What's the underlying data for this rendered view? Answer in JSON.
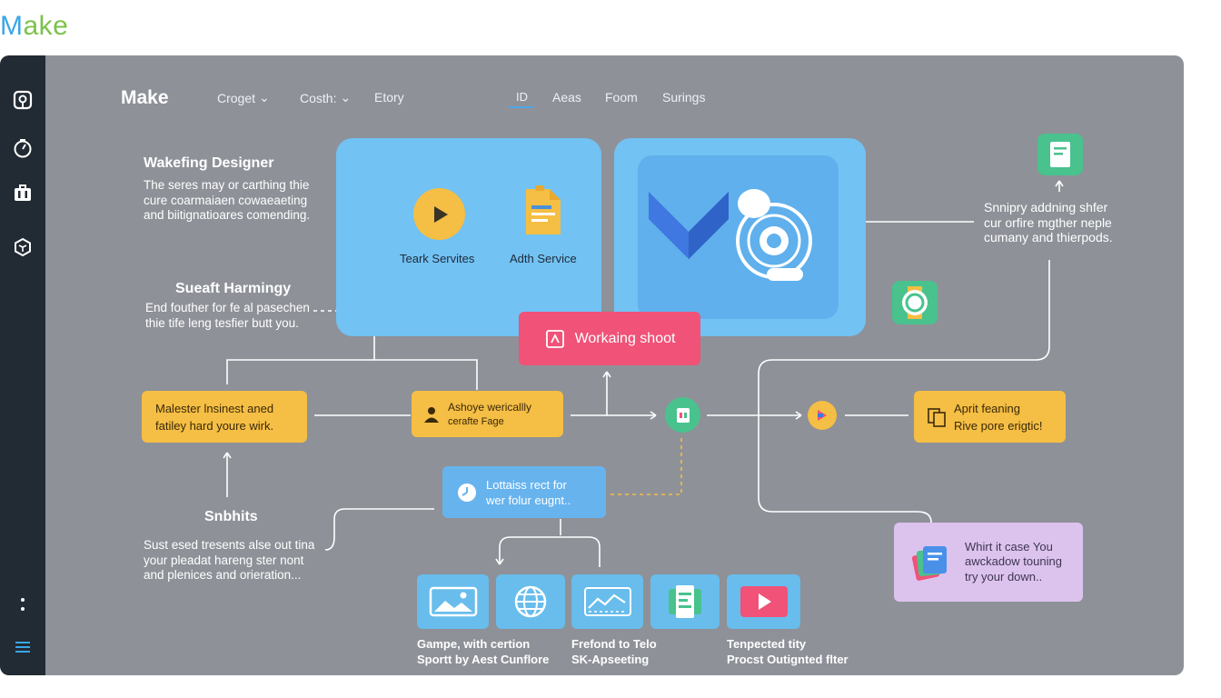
{
  "brand": {
    "first": "M",
    "rest": "ake"
  },
  "app": {
    "title": "Make"
  },
  "nav": {
    "items": [
      "Croget",
      "Costh:",
      "Etory"
    ],
    "tabs": [
      "ID",
      "Aeas",
      "Foom",
      "Surings"
    ],
    "active_tab": "ID"
  },
  "sidebar": {
    "icons": [
      "scan-icon",
      "timer-icon",
      "briefcase-icon",
      "cube-icon",
      "more-icon",
      "menu-icon"
    ]
  },
  "sections": {
    "wakefing": {
      "title": "Wakefing Designer",
      "body": [
        "The seres may or carthing thie",
        "cure coarmaiaen cowaeaeting",
        "and biitignatioares comending."
      ]
    },
    "sueaft": {
      "title": "Sueaft Harmingy",
      "body": [
        "End fouther for fe al pasechen",
        "thie tife leng tesfier butt you."
      ]
    },
    "snipiry": {
      "body": [
        "Snnipry addning shfer",
        "cur orfire mgther neple",
        "cumany and thierpods."
      ]
    },
    "subhits": {
      "title": "Snbhits",
      "body": [
        "Sust esed tresents alse out tina",
        "your pleadat hareng ster nont",
        "and plenices and orieration..."
      ]
    }
  },
  "services": {
    "left": "Teark Servites",
    "right": "Adth Service"
  },
  "nodes": {
    "working_shoot": "Workaing shoot",
    "malester": [
      "Malester lnsinest aned",
      "fatiley hard youre wirk."
    ],
    "ashoye": [
      "Ashoye wericallly",
      "cerafte Fage"
    ],
    "apprt": [
      "Aprit feaning",
      "Rive pore erigtic!"
    ],
    "lottaiss": [
      "Lottaiss rect for",
      "wer folur eugnt.."
    ],
    "whirt": [
      "Whirt it case You",
      "awckadow touning",
      "try your down.."
    ]
  },
  "captions": {
    "a": [
      "Gampe, with certion",
      "Sportt by Aest Cunflore"
    ],
    "b": [
      "Frefond to Telo",
      "SK-Apseeting"
    ],
    "c": [
      "Tenpected tity",
      "Procst Outignted flter"
    ]
  },
  "colors": {
    "window_bg": "#8e9198",
    "sidebar_bg": "#222a33",
    "panel_blue": "#72c2f3",
    "node_yellow": "#f5be44",
    "node_pink": "#f05278",
    "node_purple": "#dcc3ee",
    "accent_green": "#49c28e"
  }
}
